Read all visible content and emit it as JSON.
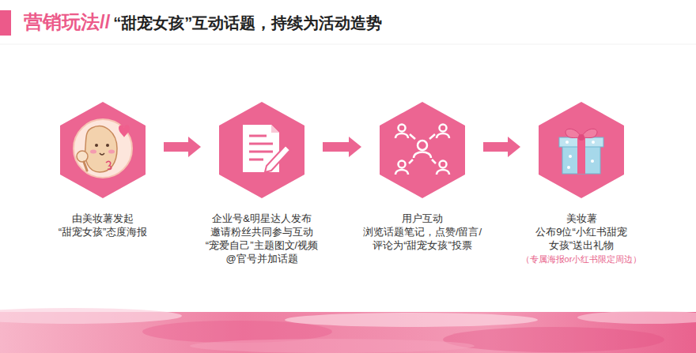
{
  "diagram": {
    "title": "营销玩法//",
    "nodes": [
      {
        "text": [
          "由美妆薯发起 “甜宠女孩”态度海报"
        ]
      },
      {
        "text": [
          "企业号&明星达人发布 邀请粉丝共同参与互动 “宠爱自己”主题图文/视频 @官号并加话题"
        ]
      },
      {
        "text": [
          "用户互动 浏览话题笔记，点赞/留言/ 评论为“甜宠女孩”投票"
        ]
      },
      {
        "text": [
          "美妆薯 公布9位“小红书甜宠 女孩”送出礼物",
          "（专属海报or小红书限定周边）"
        ]
      }
    ],
    "edges": [
      {
        "from": 0,
        "to": 1,
        "arrow": "to"
      },
      {
        "from": 1,
        "to": 2,
        "arrow": "to"
      },
      {
        "from": 2,
        "to": 3,
        "arrow": "to"
      }
    ],
    "labels": [
      "“甜宠女孩”互动话题，持续为活动造势"
    ]
  }
}
